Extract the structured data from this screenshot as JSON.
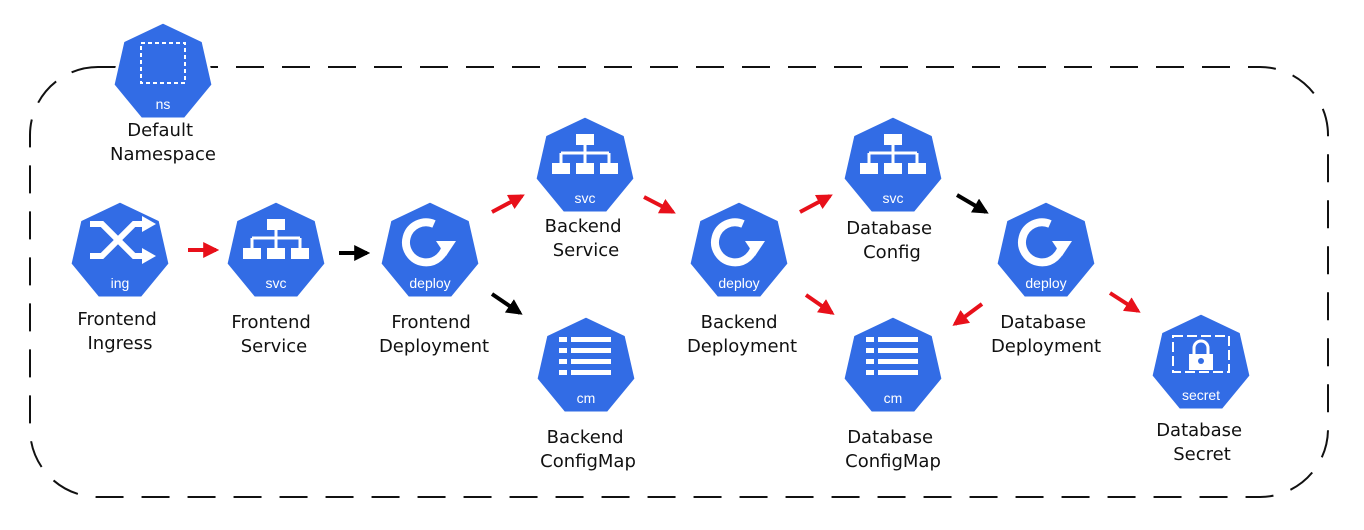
{
  "colors": {
    "node_fill": "#326CE5",
    "node_stroke": "#ffffff",
    "arrow_red": "#e8101a",
    "arrow_black": "#000000",
    "border": "#111111"
  },
  "namespace": {
    "kind": "ns",
    "label_lines": [
      "Default",
      "Namespace"
    ],
    "icon": "namespace-icon"
  },
  "nodes": [
    {
      "id": "frontend-ingress",
      "kind": "ing",
      "icon": "ingress-icon",
      "label_lines": [
        "Frontend",
        "Ingress"
      ]
    },
    {
      "id": "frontend-service",
      "kind": "svc",
      "icon": "service-icon",
      "label_lines": [
        "Frontend",
        "Service"
      ]
    },
    {
      "id": "frontend-deployment",
      "kind": "deploy",
      "icon": "deployment-icon",
      "label_lines": [
        "Frontend",
        "Deployment"
      ]
    },
    {
      "id": "backend-service",
      "kind": "svc",
      "icon": "service-icon",
      "label_lines": [
        "Backend",
        "Service"
      ]
    },
    {
      "id": "backend-configmap",
      "kind": "cm",
      "icon": "configmap-icon",
      "label_lines": [
        "Backend",
        "ConfigMap"
      ]
    },
    {
      "id": "backend-deployment",
      "kind": "deploy",
      "icon": "deployment-icon",
      "label_lines": [
        "Backend",
        "Deployment"
      ]
    },
    {
      "id": "database-config",
      "kind": "svc",
      "icon": "service-icon",
      "label_lines": [
        "Database",
        "Config"
      ]
    },
    {
      "id": "database-configmap",
      "kind": "cm",
      "icon": "configmap-icon",
      "label_lines": [
        "Database",
        "ConfigMap"
      ]
    },
    {
      "id": "database-deployment",
      "kind": "deploy",
      "icon": "deployment-icon",
      "label_lines": [
        "Database",
        "Deployment"
      ]
    },
    {
      "id": "database-secret",
      "kind": "secret",
      "icon": "secret-icon",
      "label_lines": [
        "Database",
        "Secret"
      ]
    }
  ],
  "edges": [
    {
      "from": "frontend-ingress",
      "to": "frontend-service",
      "color": "red"
    },
    {
      "from": "frontend-service",
      "to": "frontend-deployment",
      "color": "black"
    },
    {
      "from": "frontend-deployment",
      "to": "backend-service",
      "color": "red"
    },
    {
      "from": "frontend-deployment",
      "to": "backend-configmap",
      "color": "black"
    },
    {
      "from": "backend-service",
      "to": "backend-deployment",
      "color": "red"
    },
    {
      "from": "backend-deployment",
      "to": "database-config",
      "color": "red"
    },
    {
      "from": "backend-deployment",
      "to": "database-configmap",
      "color": "red"
    },
    {
      "from": "database-config",
      "to": "database-deployment",
      "color": "black"
    },
    {
      "from": "database-deployment",
      "to": "database-configmap",
      "color": "red"
    },
    {
      "from": "database-deployment",
      "to": "database-secret",
      "color": "red"
    }
  ]
}
